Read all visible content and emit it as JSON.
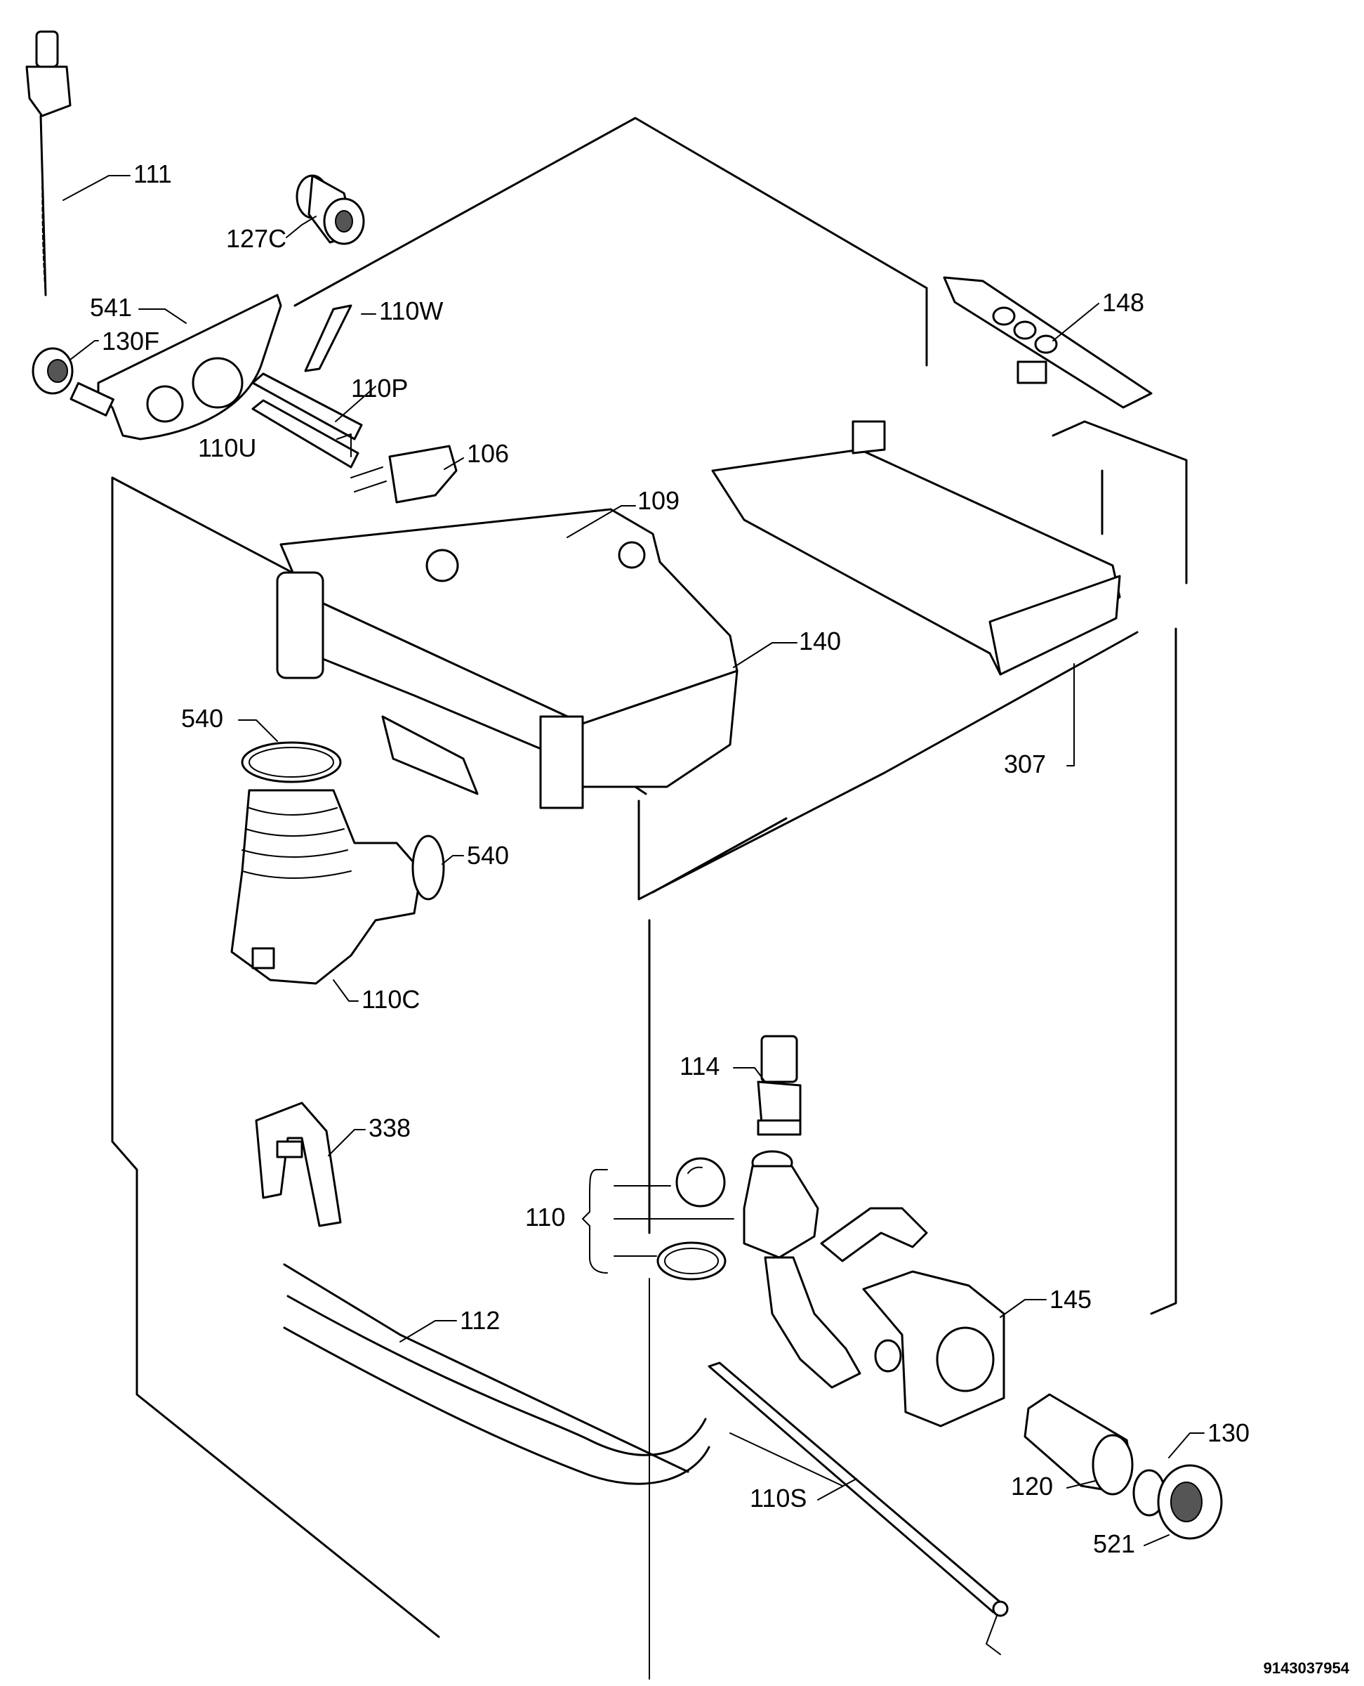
{
  "labels": {
    "l111": "111",
    "l127c": "127C",
    "l541": "541",
    "l130f": "130F",
    "l110w": "110W",
    "l110p": "110P",
    "l110u": "110U",
    "l106": "106",
    "l109": "109",
    "l148": "148",
    "l140": "140",
    "l307": "307",
    "l540a": "540",
    "l540b": "540",
    "l110c": "110C",
    "l114": "114",
    "l338": "338",
    "l110": "110",
    "l145": "145",
    "l112": "112",
    "l130": "130",
    "l120": "120",
    "l110s": "110S",
    "l521": "521"
  },
  "document_number": "9143037954"
}
